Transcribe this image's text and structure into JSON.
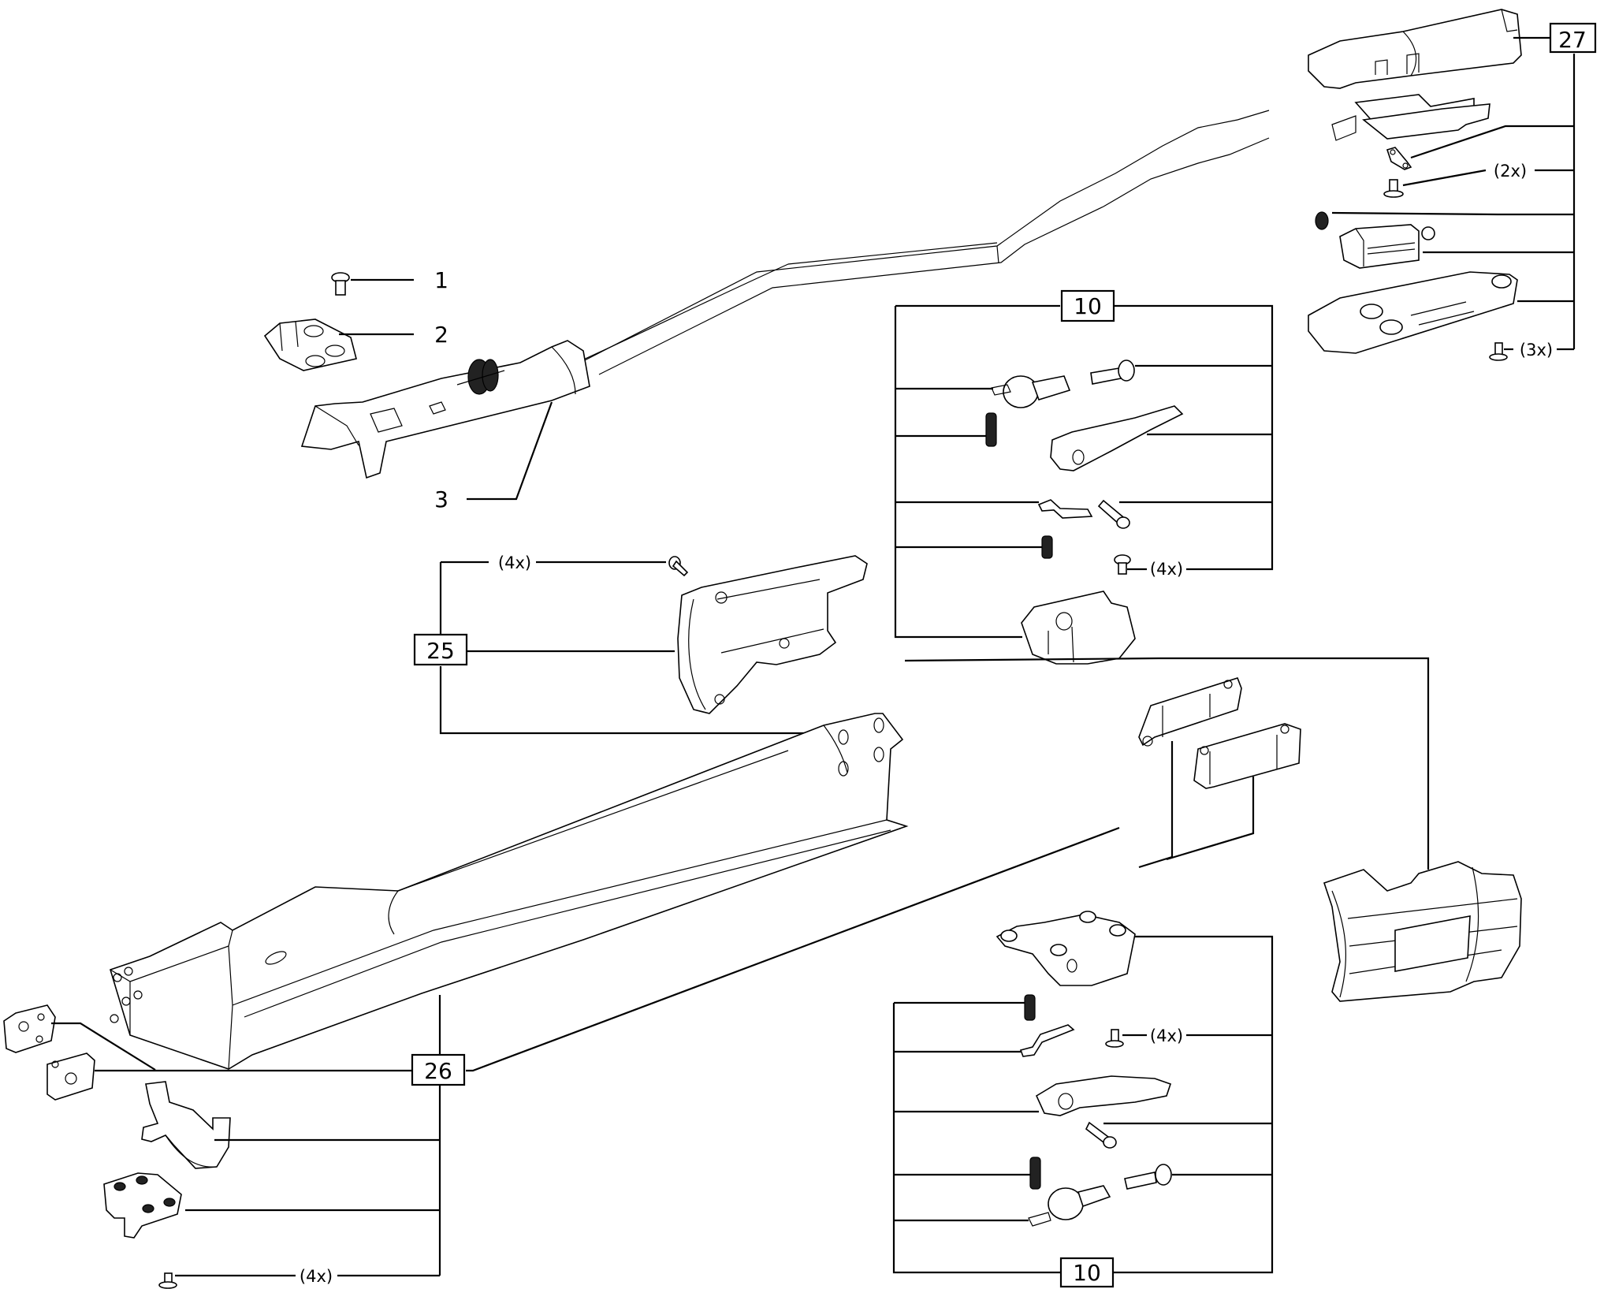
{
  "diagram": {
    "type": "exploded-parts-view",
    "callouts": [
      {
        "id": "c1",
        "label": "1",
        "boxed": false,
        "part": "screw"
      },
      {
        "id": "c2",
        "label": "2",
        "boxed": false,
        "part": "bracket-plate"
      },
      {
        "id": "c3",
        "label": "3",
        "boxed": false,
        "part": "carriage-slider-with-rollers"
      },
      {
        "id": "c10a",
        "label": "10",
        "boxed": true,
        "part": "latch-kit-upper"
      },
      {
        "id": "c10b",
        "label": "10",
        "boxed": true,
        "part": "latch-kit-lower"
      },
      {
        "id": "c25",
        "label": "25",
        "boxed": true,
        "part": "end-cap-housing-kit"
      },
      {
        "id": "c26",
        "label": "26",
        "boxed": true,
        "part": "tube-and-mounting-kit"
      },
      {
        "id": "c27",
        "label": "27",
        "boxed": true,
        "part": "cable-and-electronics-kit"
      }
    ],
    "quantities": {
      "k27_screw_a": "(2x)",
      "k27_screw_b": "(3x)",
      "k10a_screw": "(4x)",
      "k25_screw": "(4x)",
      "k26_screw": "(4x)",
      "k10b_screw": "(4x)"
    }
  }
}
